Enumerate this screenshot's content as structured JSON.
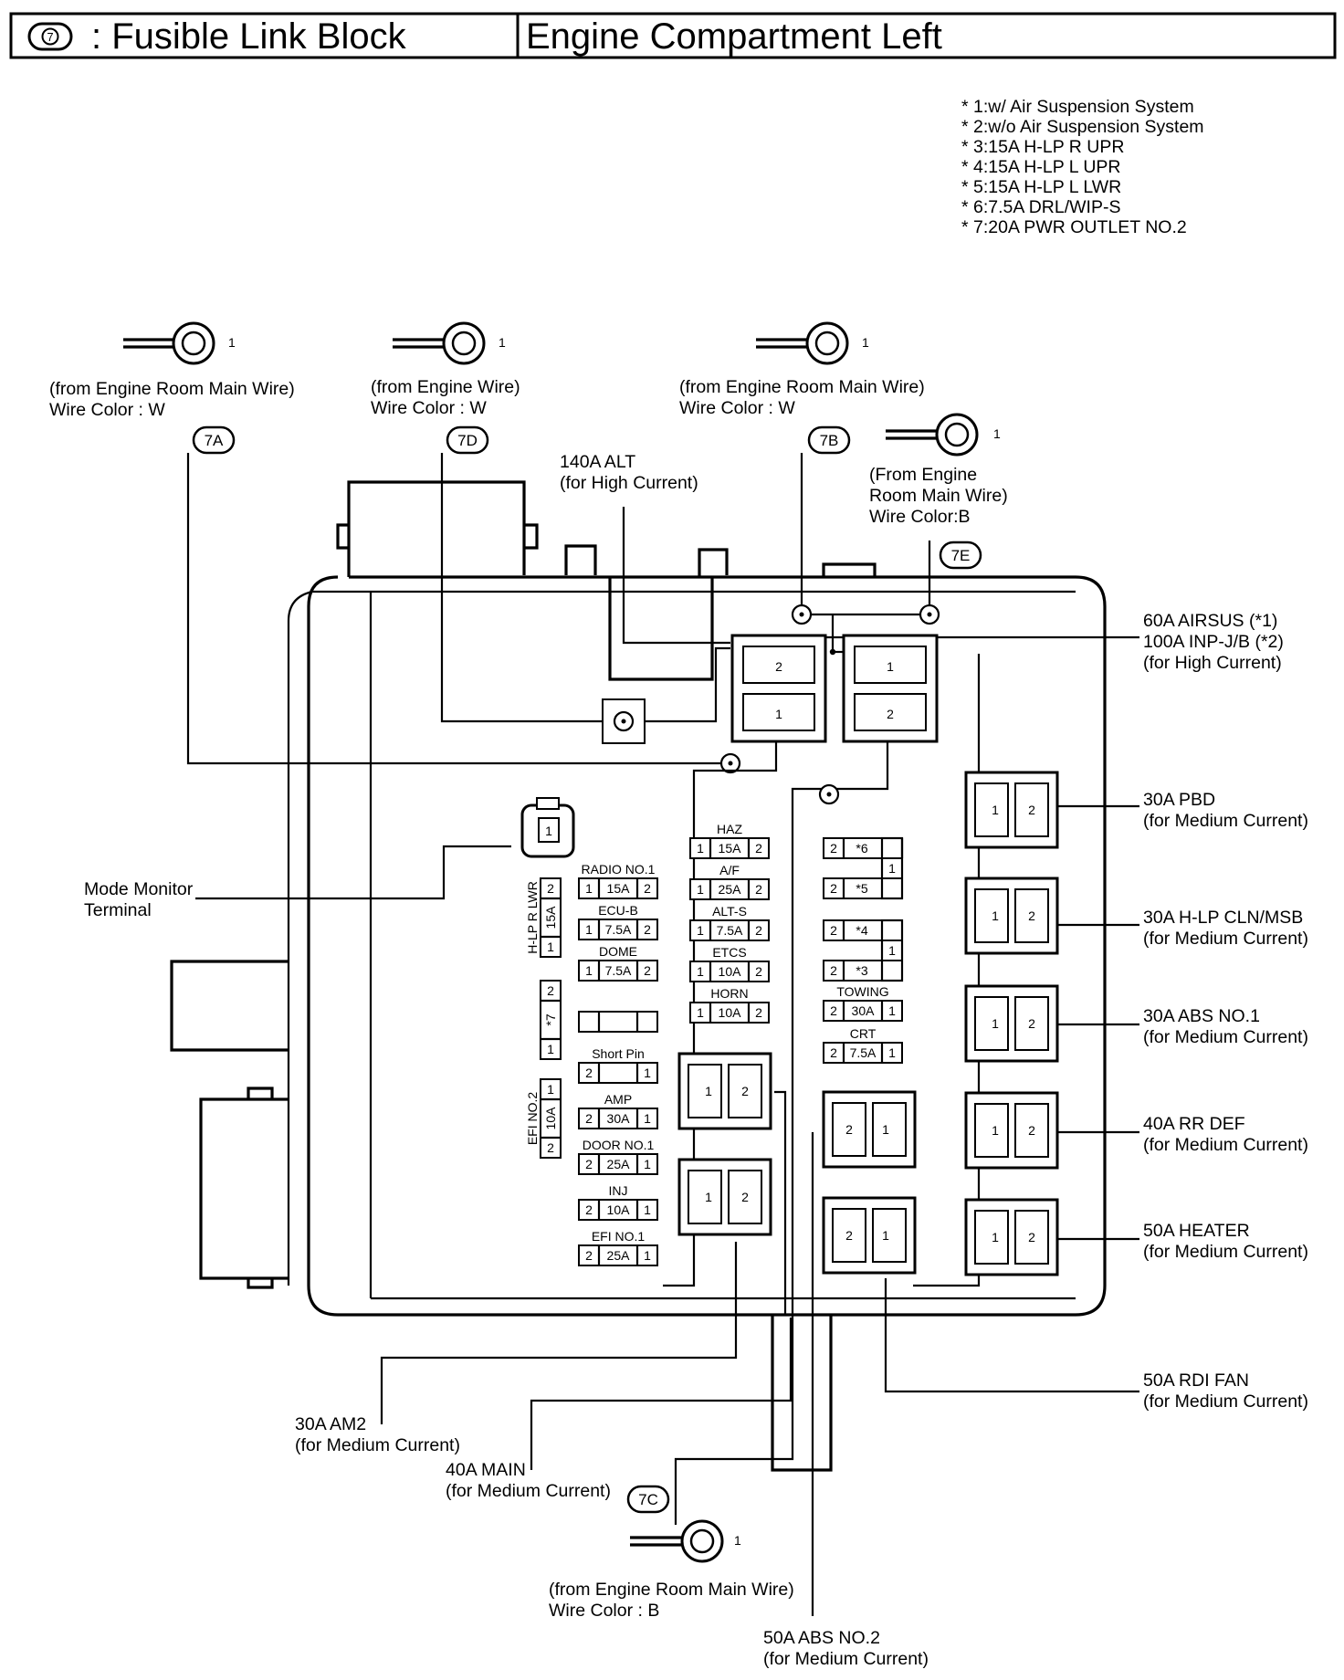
{
  "header": {
    "badge": "7",
    "title_left": ": Fusible Link Block",
    "title_right": "Engine Compartment Left"
  },
  "notes": [
    "* 1:w/ Air Suspension System",
    "* 2:w/o Air Suspension System",
    "* 3:15A H-LP R UPR",
    "* 4:15A H-LP L UPR",
    "* 5:15A H-LP L LWR",
    "* 6:7.5A DRL/WIP-S",
    "* 7:20A PWR OUTLET NO.2"
  ],
  "connectors": {
    "c7A": {
      "id": "7A",
      "pin": "1",
      "line1": "(from Engine Room Main Wire)",
      "line2": "Wire Color : W"
    },
    "c7D": {
      "id": "7D",
      "pin": "1",
      "line1": "(from Engine Wire)",
      "line2": "Wire Color : W"
    },
    "c7B": {
      "id": "7B",
      "pin": "1",
      "line1": "(from Engine Room Main Wire)",
      "line2": "Wire Color : W"
    },
    "c7E": {
      "id": "7E",
      "pin": "1",
      "line1": "(From Engine",
      "line2": "Room Main Wire)",
      "line3": "Wire Color:B"
    },
    "c7C": {
      "id": "7C",
      "pin": "1",
      "line1": "(from Engine Room Main Wire)",
      "line2": "Wire Color : B"
    }
  },
  "callouts": {
    "alt": [
      "140A ALT",
      "(for High Current)"
    ],
    "airsus": [
      "60A AIRSUS (*1)",
      "100A INP-J/B (*2)",
      "(for High Current)"
    ],
    "pbd": [
      "30A PBD",
      "(for Medium Current)"
    ],
    "hlp_cln": [
      "30A H-LP CLN/MSB",
      "(for Medium Current)"
    ],
    "abs1": [
      "30A ABS NO.1",
      "(for Medium Current)"
    ],
    "rrdef": [
      "40A RR DEF",
      "(for Medium Current)"
    ],
    "heater": [
      "50A HEATER",
      "(for Medium Current)"
    ],
    "rdi": [
      "50A RDI FAN",
      "(for Medium Current)"
    ],
    "am2": [
      "30A AM2",
      "(for Medium Current)"
    ],
    "main": [
      "40A MAIN",
      "(for Medium Current)"
    ],
    "abs2": [
      "50A ABS NO.2",
      "(for Medium Current)"
    ],
    "mode_monitor": [
      "Mode Monitor",
      "Terminal"
    ]
  },
  "fuses_left": [
    {
      "name": "RADIO NO.1",
      "rating": "15A",
      "a": "1",
      "b": "2"
    },
    {
      "name": "ECU-B",
      "rating": "7.5A",
      "a": "1",
      "b": "2"
    },
    {
      "name": "DOME",
      "rating": "7.5A",
      "a": "1",
      "b": "2"
    },
    {
      "name": "Short Pin",
      "rating": "",
      "a": "2",
      "b": "1"
    },
    {
      "name": "AMP",
      "rating": "30A",
      "a": "2",
      "b": "1"
    },
    {
      "name": "DOOR NO.1",
      "rating": "25A",
      "a": "2",
      "b": "1"
    },
    {
      "name": "INJ",
      "rating": "10A",
      "a": "2",
      "b": "1"
    },
    {
      "name": "EFI NO.1",
      "rating": "25A",
      "a": "2",
      "b": "1"
    }
  ],
  "fuses_center": [
    {
      "name": "HAZ",
      "rating": "15A",
      "a": "1",
      "b": "2"
    },
    {
      "name": "A/F",
      "rating": "25A",
      "a": "1",
      "b": "2"
    },
    {
      "name": "ALT-S",
      "rating": "7.5A",
      "a": "1",
      "b": "2"
    },
    {
      "name": "ETCS",
      "rating": "10A",
      "a": "1",
      "b": "2"
    },
    {
      "name": "HORN",
      "rating": "10A",
      "a": "1",
      "b": "2"
    }
  ],
  "fuses_right": [
    {
      "name": "TOWING",
      "rating": "30A",
      "a": "2",
      "b": "1"
    },
    {
      "name": "CRT",
      "rating": "7.5A",
      "a": "2",
      "b": "1"
    }
  ],
  "star_fuses": {
    "upper": {
      "top": "*6",
      "bottom": "*5",
      "pinA": "2",
      "pinB": "2",
      "common": "1"
    },
    "lower": {
      "top": "*4",
      "bottom": "*3",
      "pinA": "2",
      "pinB": "2",
      "common": "1"
    }
  },
  "vertical_fuses": {
    "hlp_r_lwr": {
      "name": "H-LP R LWR",
      "rating": "15A",
      "top": "2",
      "bottom": "1"
    },
    "star7": {
      "name": "*7",
      "top": "2",
      "bottom": "1"
    },
    "efi2": {
      "name": "EFI NO.2",
      "rating": "10A",
      "top": "1",
      "bottom": "2"
    }
  },
  "pins": {
    "one": "1",
    "two": "2"
  }
}
